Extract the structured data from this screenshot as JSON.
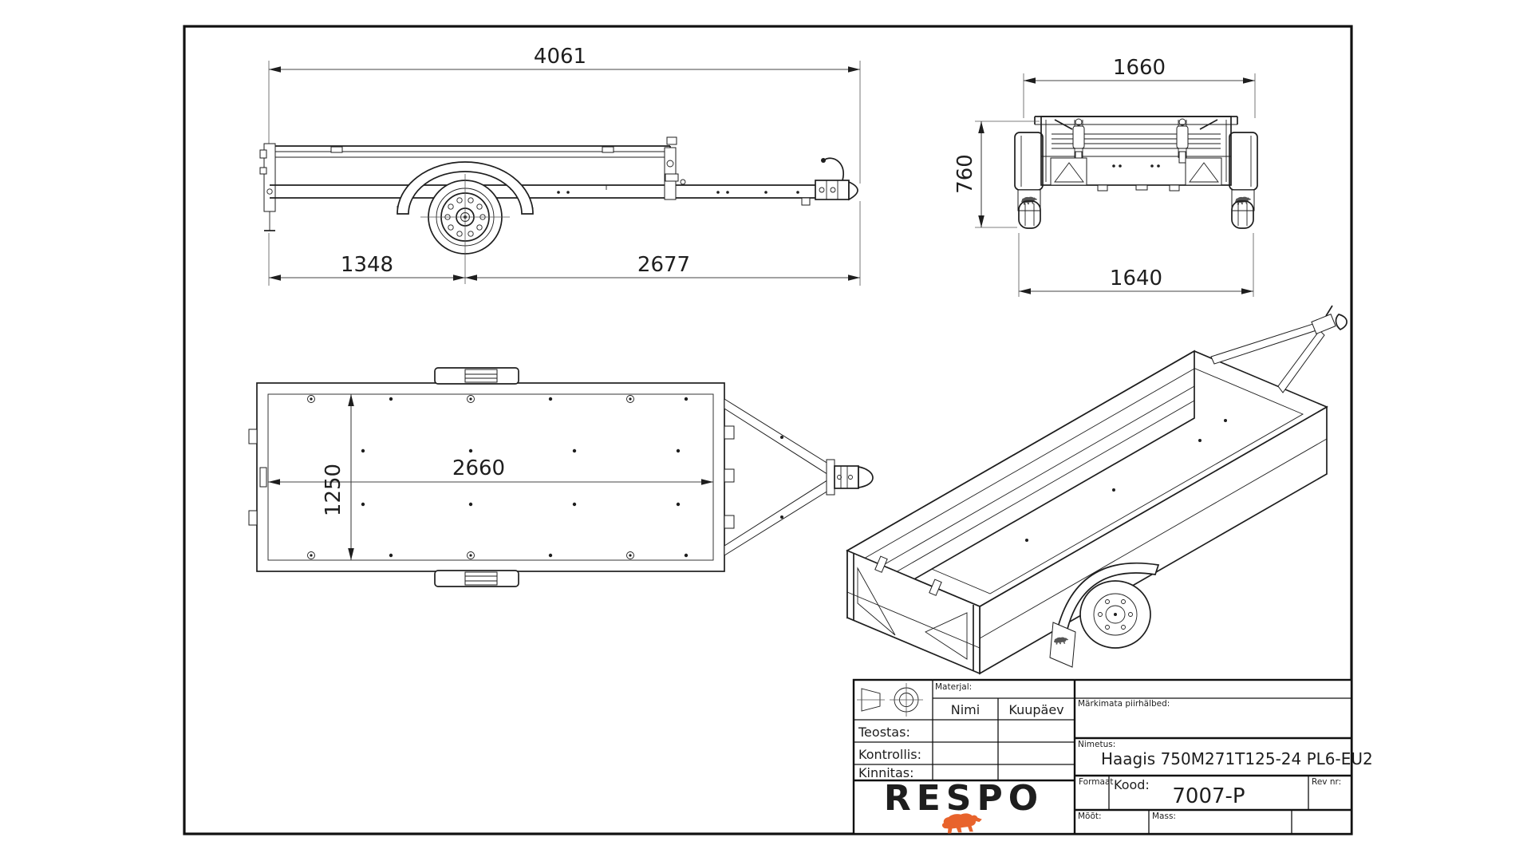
{
  "drawing": {
    "line_color": "#1e1e1e",
    "accent_color": "#E8632C"
  },
  "dimensions": {
    "side_total_length": "4061",
    "side_axle_from_rear": "1348",
    "side_axle_to_coupling": "2677",
    "rear_overall_width": "1660",
    "rear_body_height": "760",
    "rear_track_width": "1640",
    "top_inner_length": "2660",
    "top_inner_width": "1250"
  },
  "title_block": {
    "materjal_label": "Materjal:",
    "nimi_label": "Nimi",
    "kuupaev_label": "Kuupäev",
    "teostas_label": "Teostas:",
    "kontrollis_label": "Kontrollis:",
    "kinnitas_label": "Kinnitas:",
    "markimata_label": "Märkimata piirhälbed:",
    "nimetus_label": "Nimetus:",
    "nimetus_value": "Haagis 750M271T125-24 PL6-EU2",
    "formaat_label": "Formaat",
    "kood_label": "Kood:",
    "kood_value": "7007-P",
    "rev_label": "Rev nr:",
    "moot_label": "Mõõt:",
    "mass_label": "Mass:",
    "logo_text": "RESPO"
  }
}
